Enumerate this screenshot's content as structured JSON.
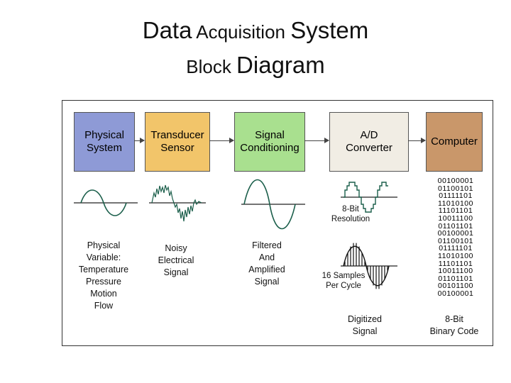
{
  "title": {
    "line1_part1": "Data",
    "line1_part2": " Acquisition ",
    "line1_part3": "System",
    "line2_part1": "Block ",
    "line2_part2": "Diagram"
  },
  "blocks": [
    {
      "label": "Physical\nSystem",
      "color": "#8e9ad6"
    },
    {
      "label": "Transducer\nSensor",
      "color": "#f2c56a"
    },
    {
      "label": "Signal\nConditioning",
      "color": "#a9e08f"
    },
    {
      "label": "A/D\nConverter",
      "color": "#f1ede4"
    },
    {
      "label": "Computer",
      "color": "#c9976a"
    }
  ],
  "captions": {
    "physical": "Physical\nVariable:\nTemperature\nPressure\nMotion\nFlow",
    "noisy": "Noisy\nElectrical\nSignal",
    "filtered": "Filtered\nAnd\nAmplified\nSignal",
    "resolution": "8-Bit\nResolution",
    "samples": "16 Samples\nPer Cycle",
    "digitized": "Digitized\nSignal",
    "binary_code": "8-Bit\nBinary Code"
  },
  "binary_values": [
    "00100001",
    "01100101",
    "01111101",
    "11010100",
    "11101101",
    "10011100",
    "01101101",
    "00100001",
    "01100101",
    "01111101",
    "11010100",
    "11101101",
    "10011100",
    "01101101",
    "00101100",
    "00100001"
  ]
}
